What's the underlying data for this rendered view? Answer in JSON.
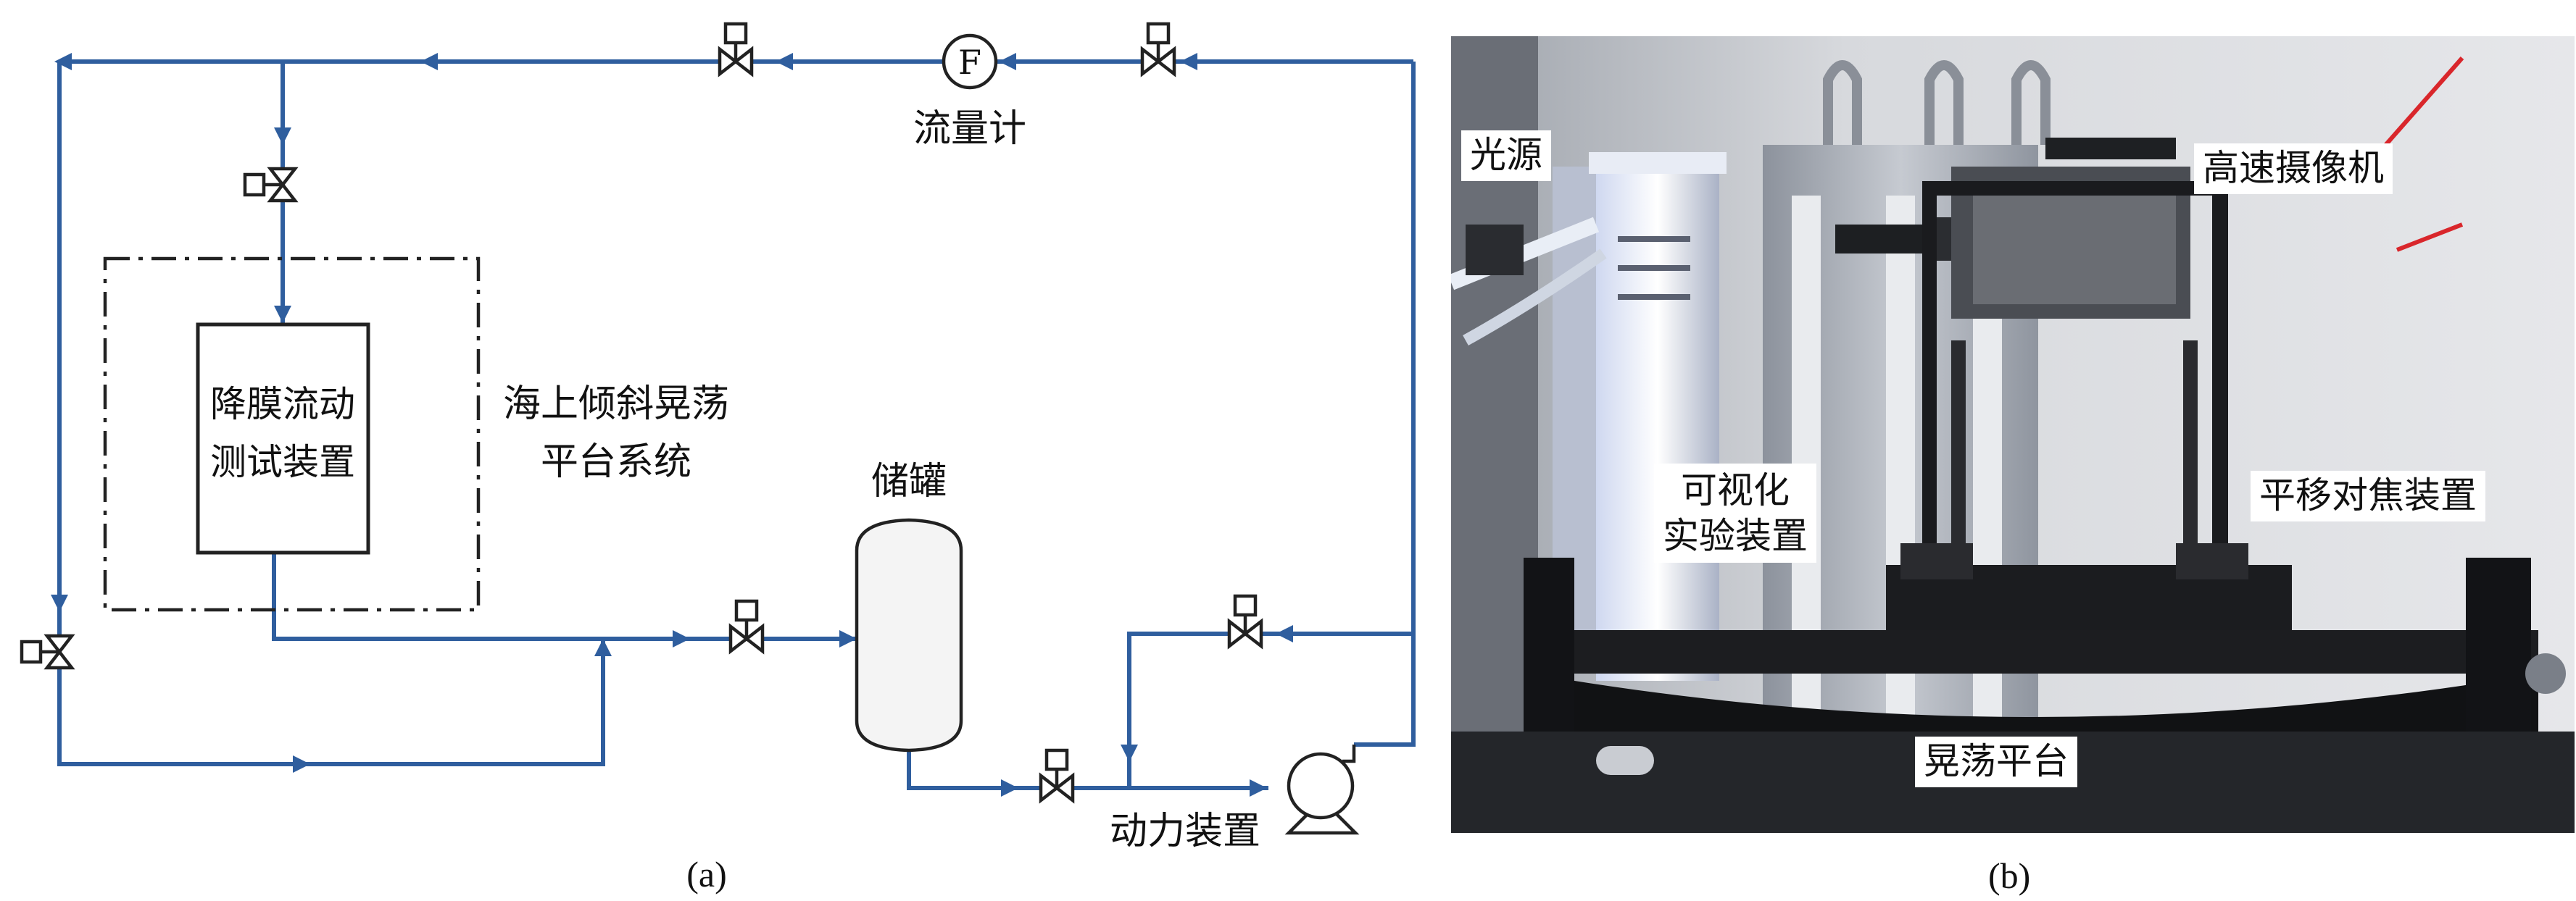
{
  "panel_a": {
    "caption": "(a)",
    "flowmeter_symbol": "F",
    "flowmeter_label": "流量计",
    "test_device_line1": "降膜流动",
    "test_device_line2": "测试装置",
    "platform_line1": "海上倾斜晃荡",
    "platform_line2": "平台系统",
    "tank_label": "储罐",
    "pump_label": "动力装置"
  },
  "panel_b": {
    "caption": "(b)",
    "light_source": "光源",
    "high_speed_camera": "高速摄像机",
    "visual_device_line1": "可视化",
    "visual_device_line2": "实验装置",
    "focus_device": "平移对焦装置",
    "sloshing_platform": "晃荡平台"
  },
  "colors": {
    "pipe": "#2f5e9e",
    "leader": "#d9262b"
  }
}
